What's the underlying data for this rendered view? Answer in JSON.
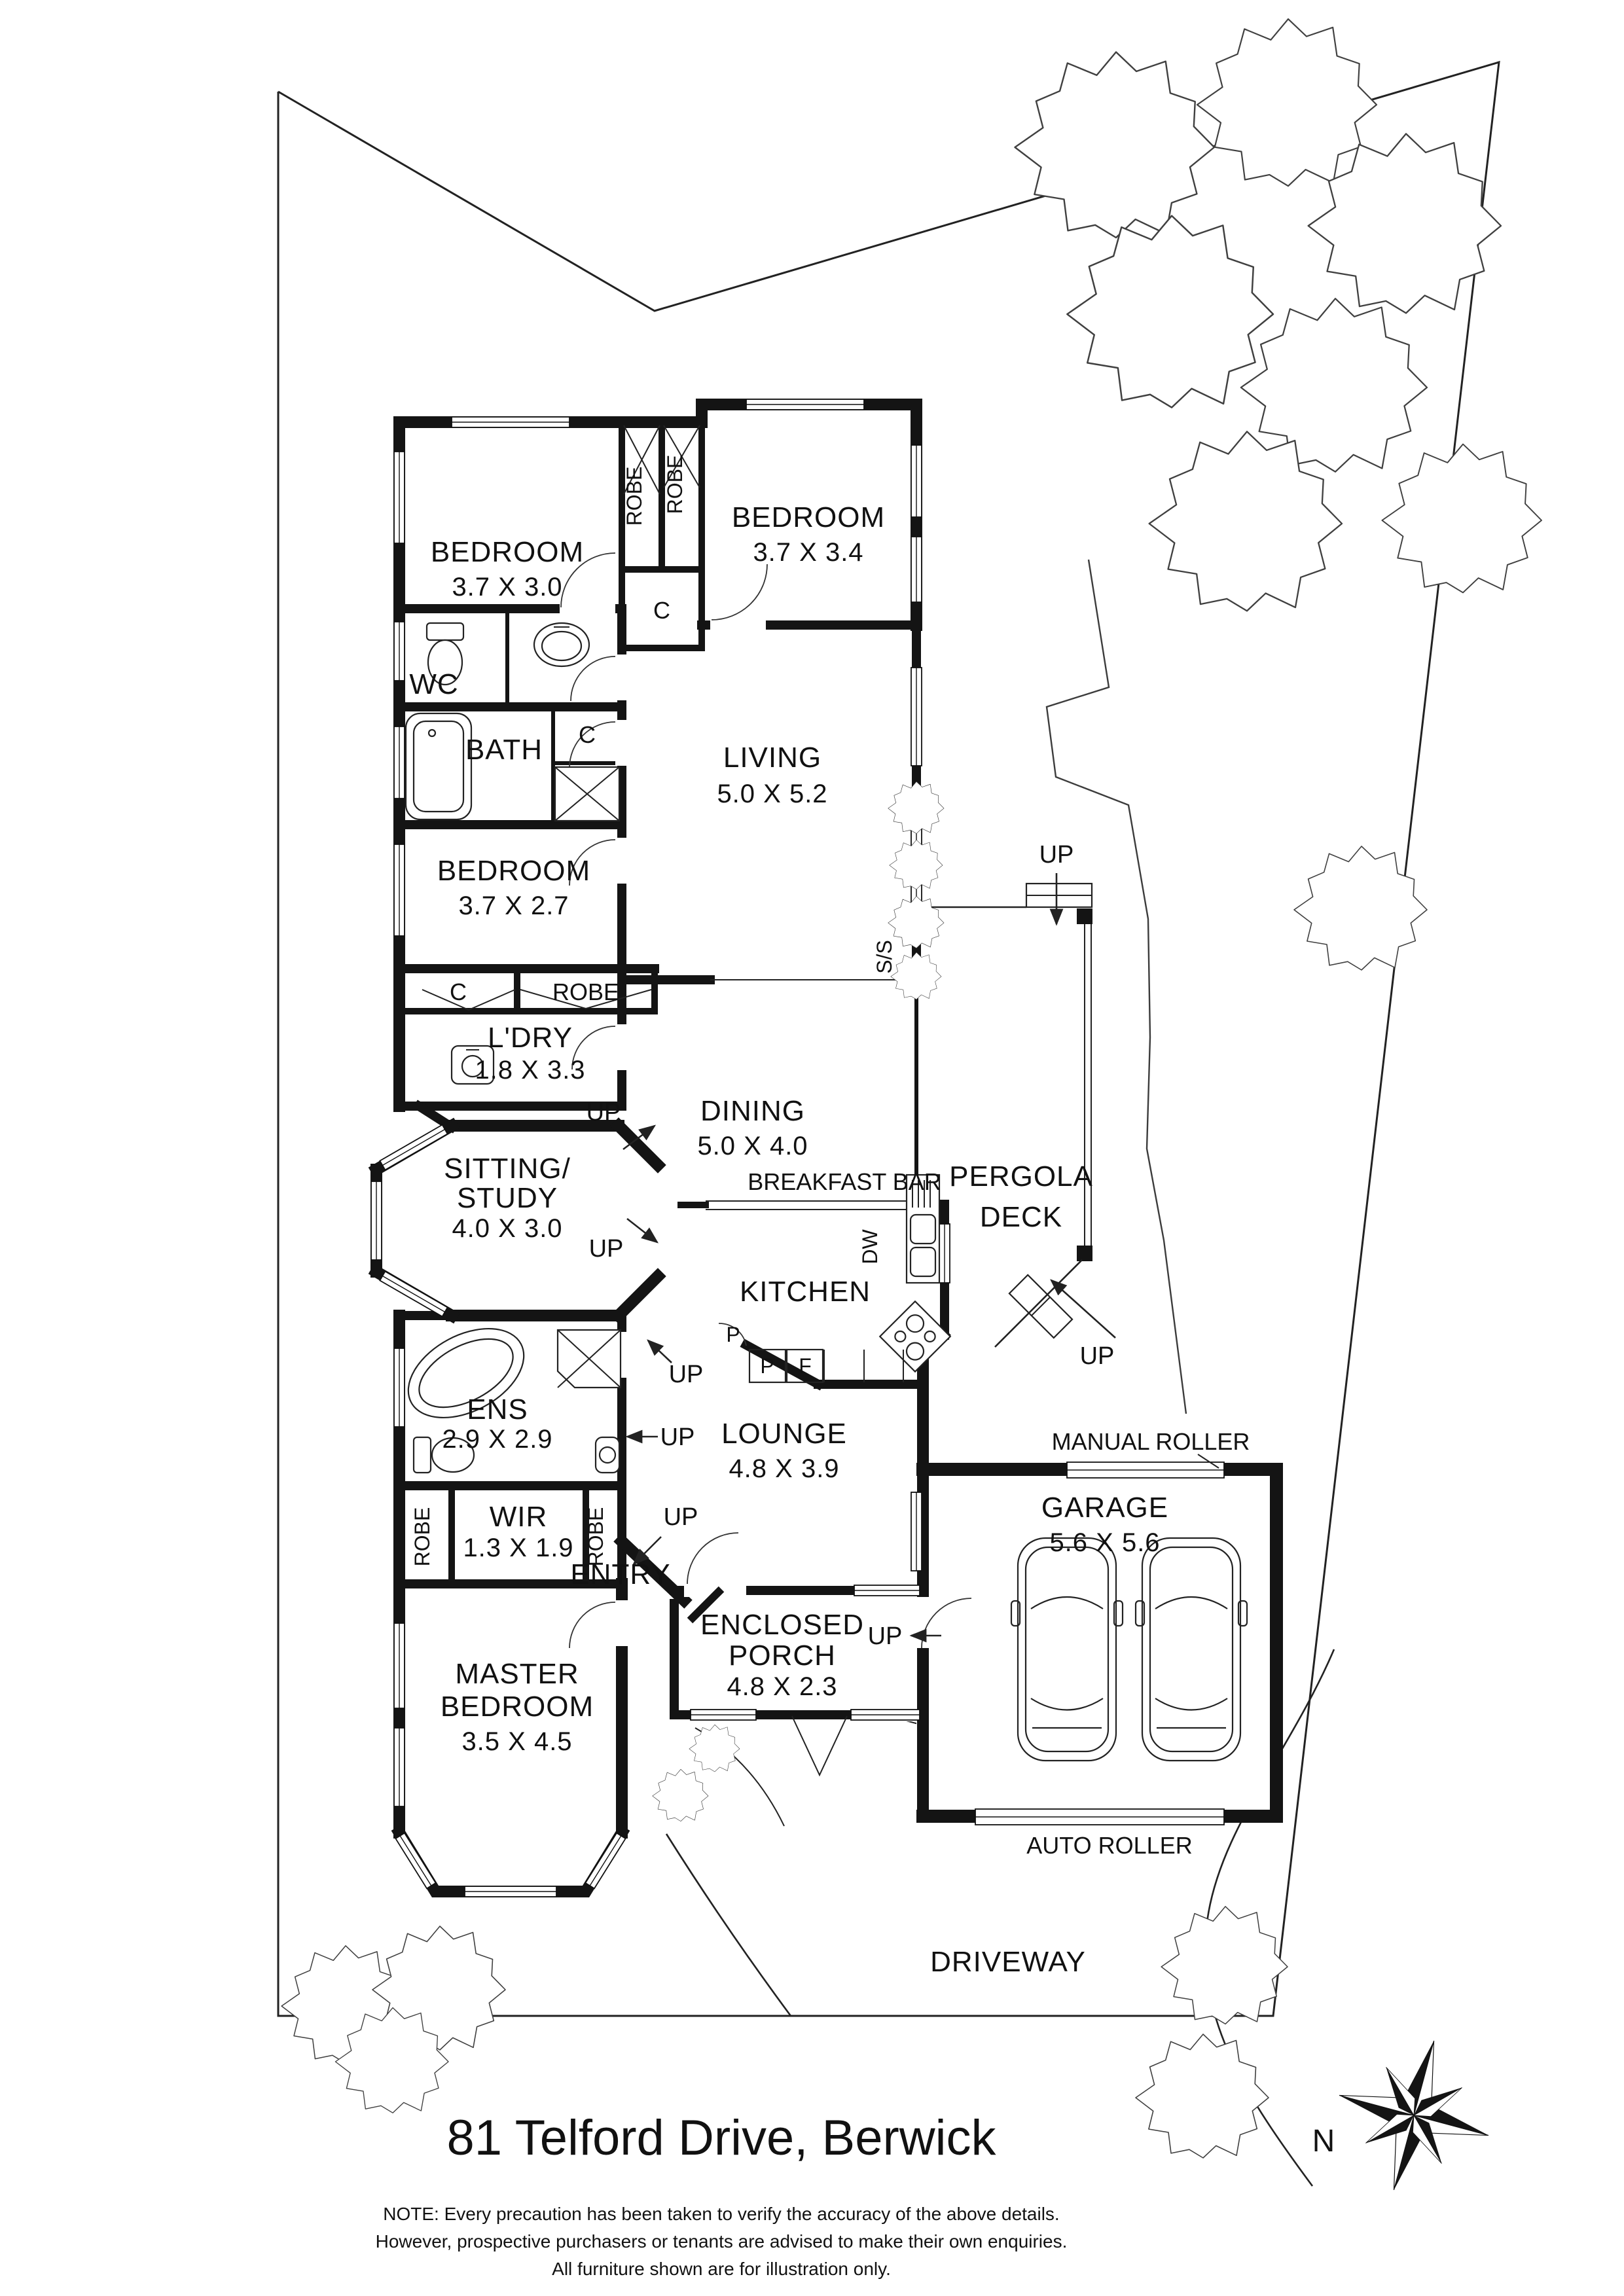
{
  "title": "81 Telford Drive, Berwick",
  "note": {
    "line1": "NOTE: Every precaution has been taken to verify the accuracy of the above details.",
    "line2": "However, prospective purchasers or tenants are advised to make their own enquiries.",
    "line3": "All furniture shown are for illustration only."
  },
  "compass": {
    "north": "N"
  },
  "colors": {
    "wall": "#141414",
    "line": "#222222",
    "tree_outline": "#404040"
  },
  "rooms": {
    "bedroom1": {
      "name": "BEDROOM",
      "dims": "3.7 X 3.0"
    },
    "bedroom2": {
      "name": "BEDROOM",
      "dims": "3.7 X 3.4"
    },
    "bedroom3": {
      "name": "BEDROOM",
      "dims": "3.7 X 2.7"
    },
    "living": {
      "name": "LIVING",
      "dims": "5.0 X 5.2"
    },
    "dining": {
      "name": "DINING",
      "dims": "5.0 X 4.0"
    },
    "kitchen": {
      "name": "KITCHEN"
    },
    "pergola": {
      "line1": "PERGOLA",
      "line2": "DECK"
    },
    "lounge": {
      "name": "LOUNGE",
      "dims": "4.8 X 3.9"
    },
    "sitting": {
      "line1": "SITTING/",
      "line2": "STUDY",
      "dims": "4.0 X 3.0"
    },
    "ens": {
      "name": "ENS",
      "dims": "2.9 X 2.9"
    },
    "wir": {
      "name": "WIR",
      "dims": "1.3 X 1.9"
    },
    "master": {
      "line1": "MASTER",
      "line2": "BEDROOM",
      "dims": "3.5 X 4.5"
    },
    "porch": {
      "line1": "ENCLOSED",
      "line2": "PORCH",
      "dims": "4.8 X 2.3"
    },
    "garage": {
      "name": "GARAGE",
      "dims": "5.6 X 5.6"
    },
    "laundry": {
      "name": "L'DRY",
      "dims": "1.8 X 3.3"
    },
    "bath": {
      "name": "BATH"
    },
    "wc": {
      "name": "WC"
    },
    "entry": {
      "name": "ENTRY"
    }
  },
  "labels": {
    "robe": "ROBE",
    "c": "C",
    "p": "P",
    "f": "F",
    "dw": "DW",
    "ss": "S/S",
    "up": "UP",
    "breakfast_bar": "BREAKFAST BAR",
    "manual_roller": "MANUAL ROLLER",
    "auto_roller": "AUTO ROLLER",
    "driveway": "DRIVEWAY"
  }
}
